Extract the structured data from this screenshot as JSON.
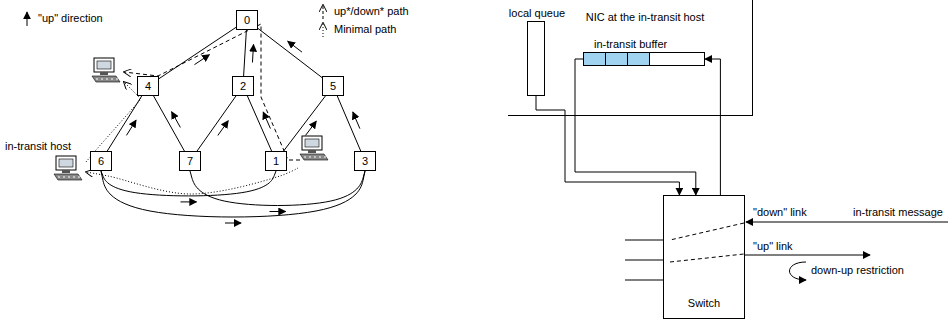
{
  "diagram": {
    "nodes": [
      {
        "text": [
          "0"
        ]
      },
      {
        "text": [
          "4"
        ]
      },
      {
        "text": [
          "2"
        ]
      },
      {
        "text": [
          "5"
        ]
      },
      {
        "text": [
          "6"
        ]
      },
      {
        "text": [
          "7"
        ]
      },
      {
        "text": [
          "1"
        ]
      },
      {
        "text": [
          "3"
        ]
      },
      {
        "text": [
          "local queue"
        ]
      },
      {
        "text": [
          "NIC at the in-transit host"
        ]
      },
      {
        "text": [
          "in-transit buffer"
        ],
        "in": 9
      },
      {
        "text": [
          "Switch"
        ]
      }
    ],
    "edges": [
      {
        "from": 0,
        "to": 1,
        "arrow": "none"
      },
      {
        "from": 0,
        "to": 2,
        "arrow": "none"
      },
      {
        "from": 0,
        "to": 3,
        "arrow": "none"
      },
      {
        "from": 1,
        "to": 4,
        "arrow": "none"
      },
      {
        "from": 1,
        "to": 5,
        "arrow": "none"
      },
      {
        "from": 2,
        "to": 5,
        "arrow": "none"
      },
      {
        "from": 2,
        "to": 6,
        "arrow": "none"
      },
      {
        "from": 3,
        "to": 6,
        "arrow": "none"
      },
      {
        "from": 3,
        "to": 7,
        "arrow": "none"
      },
      {
        "from": 4,
        "to": 6,
        "arrow": "none"
      },
      {
        "from": 5,
        "to": 7,
        "arrow": "none"
      },
      {
        "from": 4,
        "to": 7,
        "arrow": "none"
      },
      {
        "from": 8,
        "to": 11,
        "arrow": "to"
      },
      {
        "from": 11,
        "to": 10,
        "arrow": "to"
      },
      {
        "from": 10,
        "to": 11,
        "arrow": "to"
      }
    ],
    "labels": [
      "in-transit host",
      "\"down\" link",
      "in-transit message",
      "\"up\" link",
      "down-up restriction"
    ],
    "legend": [
      {
        "text": "\"up\" direction"
      },
      {
        "text": "up*/down* path"
      },
      {
        "text": "Minimal path"
      }
    ]
  }
}
